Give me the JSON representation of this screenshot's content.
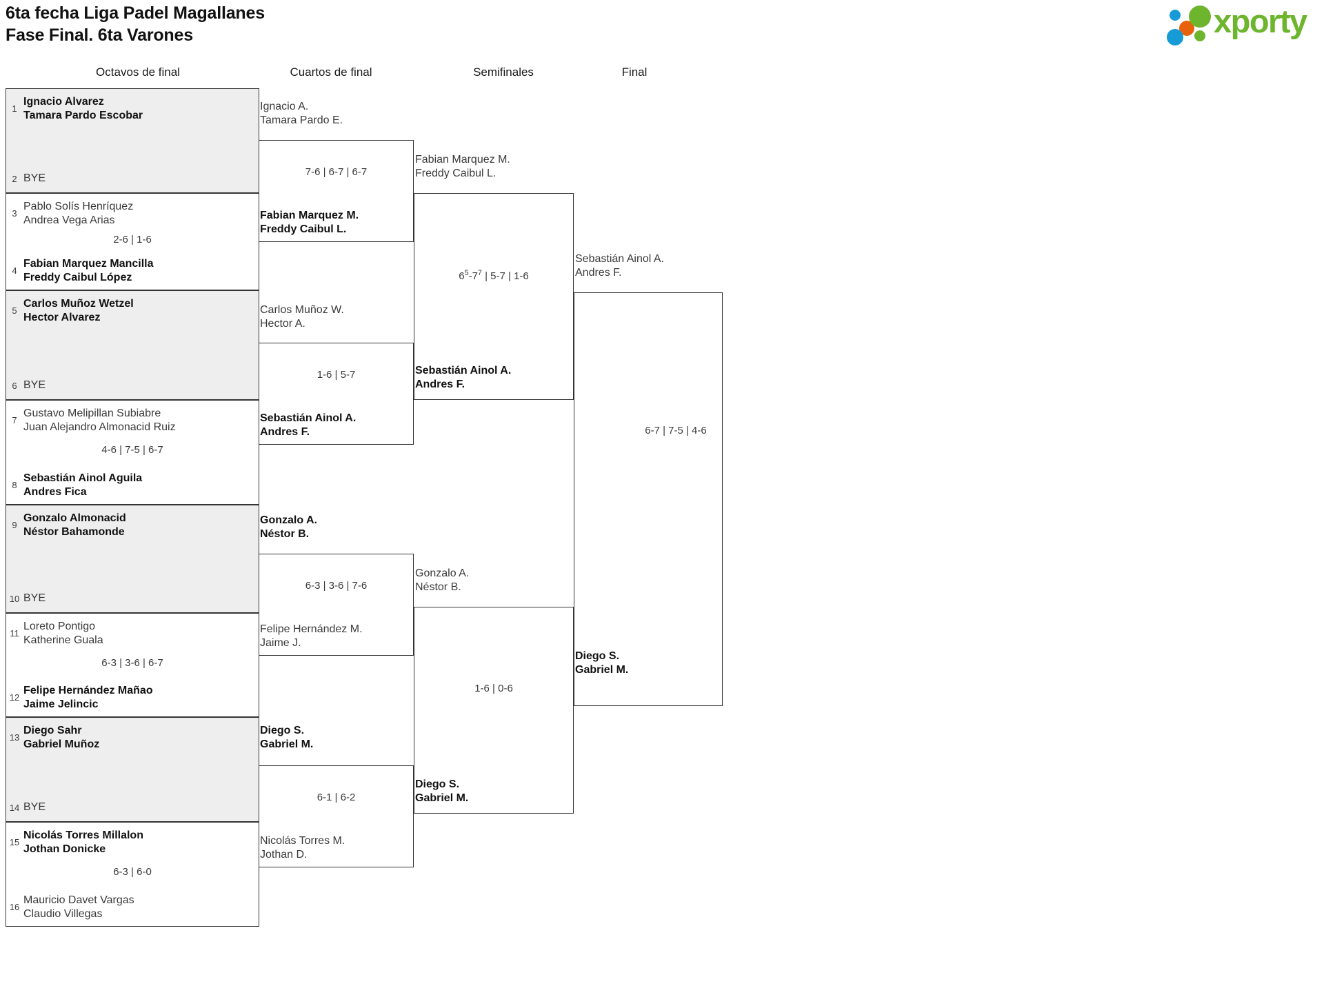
{
  "header": {
    "title": "6ta fecha Liga Padel Magallanes\nFase Final. 6ta Varones",
    "logo_text": "xporty",
    "logo_colors": {
      "green": "#6cb52d",
      "blue": "#179bd7",
      "orange": "#e8620c"
    }
  },
  "rounds": [
    {
      "label": "Octavos de final"
    },
    {
      "label": "Cuartos de final"
    },
    {
      "label": "Semifinales"
    },
    {
      "label": "Final"
    }
  ],
  "bye_label": "BYE",
  "r16": [
    {
      "seed": "1",
      "names": "Ignacio Alvarez\nTamara Pardo Escobar",
      "winner": true,
      "bye": false,
      "shaded": true
    },
    {
      "seed": "2",
      "names": "BYE",
      "winner": false,
      "bye": true,
      "shaded": true
    },
    {
      "seed": "3",
      "names": "Pablo Solís Henríquez\nAndrea Vega Arias",
      "winner": false,
      "bye": false,
      "shaded": false
    },
    {
      "seed": "4",
      "names": "Fabian Marquez Mancilla\nFreddy Caibul López",
      "winner": true,
      "bye": false,
      "shaded": false
    },
    {
      "seed": "5",
      "names": "Carlos Muñoz Wetzel\nHector Alvarez",
      "winner": true,
      "bye": false,
      "shaded": true
    },
    {
      "seed": "6",
      "names": "BYE",
      "winner": false,
      "bye": true,
      "shaded": true
    },
    {
      "seed": "7",
      "names": "Gustavo Melipillan Subiabre\nJuan Alejandro Almonacid Ruiz",
      "winner": false,
      "bye": false,
      "shaded": false
    },
    {
      "seed": "8",
      "names": "Sebastián Ainol Aguila\nAndres Fica",
      "winner": true,
      "bye": false,
      "shaded": false
    },
    {
      "seed": "9",
      "names": "Gonzalo Almonacid\nNéstor Bahamonde",
      "winner": true,
      "bye": false,
      "shaded": true
    },
    {
      "seed": "10",
      "names": "BYE",
      "winner": false,
      "bye": true,
      "shaded": true
    },
    {
      "seed": "11",
      "names": "Loreto Pontigo\nKatherine Guala",
      "winner": false,
      "bye": false,
      "shaded": false
    },
    {
      "seed": "12",
      "names": "Felipe Hernández Mañao\nJaime Jelincic",
      "winner": true,
      "bye": false,
      "shaded": false
    },
    {
      "seed": "13",
      "names": "Diego Sahr\nGabriel Muñoz",
      "winner": true,
      "bye": false,
      "shaded": true
    },
    {
      "seed": "14",
      "names": "BYE",
      "winner": false,
      "bye": true,
      "shaded": true
    },
    {
      "seed": "15",
      "names": "Nicolás Torres Millalon\nJothan Donicke",
      "winner": true,
      "bye": false,
      "shaded": false
    },
    {
      "seed": "16",
      "names": "Mauricio Davet Vargas\nClaudio Villegas",
      "winner": false,
      "bye": false,
      "shaded": false
    }
  ],
  "r16_scores": [
    {
      "text": ""
    },
    {
      "text": "2-6 | 1-6"
    },
    {
      "text": ""
    },
    {
      "text": "4-6 | 7-5 | 6-7"
    },
    {
      "text": ""
    },
    {
      "text": "6-3 | 3-6 | 6-7"
    },
    {
      "text": ""
    },
    {
      "text": "6-3 | 6-0"
    }
  ],
  "quarterfinals": [
    {
      "top": "Ignacio A.\nTamara Pardo E.",
      "top_win": false,
      "bottom": "Fabian Marquez M.\nFreddy Caibul L.",
      "bottom_win": true,
      "score": "7-6 | 6-7 | 6-7"
    },
    {
      "top": "Carlos Muñoz W.\nHector A.",
      "top_win": false,
      "bottom": "Sebastián Ainol A.\nAndres F.",
      "bottom_win": true,
      "score": "1-6 | 5-7"
    },
    {
      "top": "Gonzalo A.\nNéstor B.",
      "top_win": true,
      "bottom": "Felipe Hernández M.\nJaime J.",
      "bottom_win": false,
      "score": "6-3 | 3-6 | 7-6"
    },
    {
      "top": "Diego S.\nGabriel M.",
      "top_win": true,
      "bottom": "Nicolás Torres M.\nJothan D.",
      "bottom_win": false,
      "score": "6-1 | 6-2"
    }
  ],
  "semifinals": [
    {
      "top": "Fabian Marquez M.\nFreddy Caibul L.",
      "top_win": false,
      "bottom": "Sebastián Ainol A.\nAndres F.",
      "bottom_win": true,
      "score_html": "6<sup>5</sup>-7<sup>7</sup> | 5-7 | 1-6",
      "score_text": "6(5)-7(7) | 5-7 | 1-6"
    },
    {
      "top": "Gonzalo A.\nNéstor B.",
      "top_win": false,
      "bottom": "Diego S.\nGabriel M.",
      "bottom_win": true,
      "score_html": "1-6 | 0-6",
      "score_text": "1-6 | 0-6"
    }
  ],
  "final": {
    "top": "Sebastián Ainol A.\nAndres F.",
    "top_win": false,
    "bottom": "Diego S.\nGabriel M.",
    "bottom_win": true,
    "score": "6-7 | 7-5 | 4-6"
  }
}
